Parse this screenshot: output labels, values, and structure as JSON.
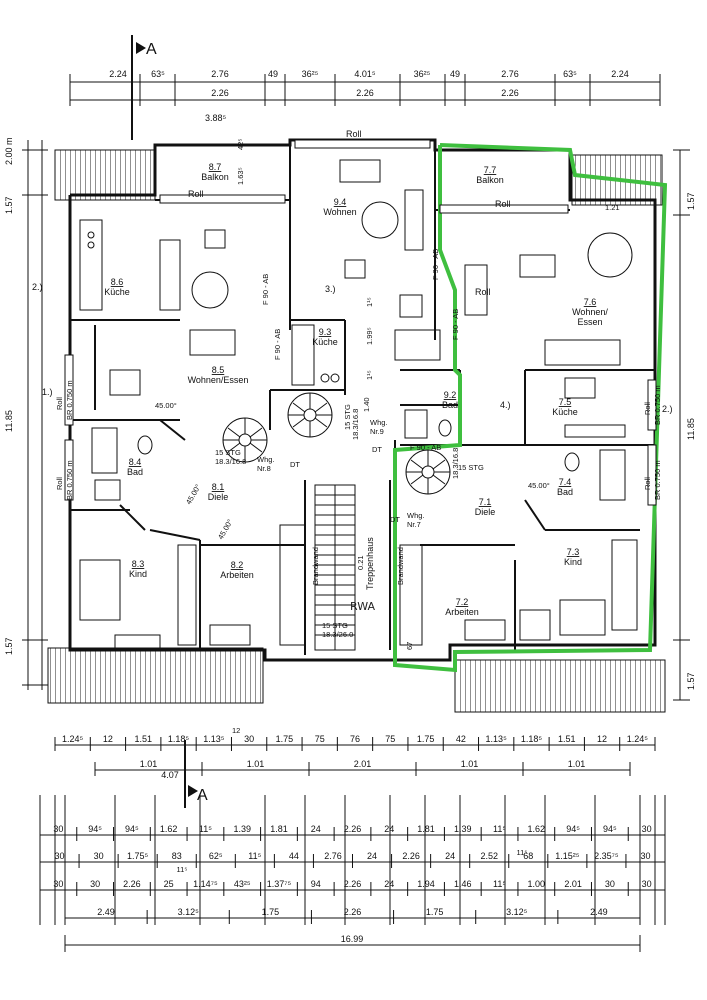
{
  "section_marker": "A",
  "top_dims_row1": [
    "2.24",
    "63⁵",
    "2.76",
    "49",
    "36²⁵",
    "4.01⁵",
    "36²⁵",
    "49",
    "2.76",
    "63⁵",
    "2.24"
  ],
  "top_dims_row2": [
    "2.26",
    "2.26",
    "2.26"
  ],
  "left_dims": [
    "2.00 m",
    "1.57",
    "11.85",
    "1.57"
  ],
  "right_dims": [
    "1.57",
    "11.85",
    "1.57"
  ],
  "rooms": {
    "r87": [
      "8.7",
      "Balkon"
    ],
    "r94": [
      "9.4",
      "Wohnen"
    ],
    "r77": [
      "7.7",
      "Balkon"
    ],
    "r86": [
      "8.6",
      "Küche"
    ],
    "r93": [
      "9.3",
      "Küche"
    ],
    "r76": [
      "7.6",
      "Wohnen/",
      "Essen"
    ],
    "r85": [
      "8.5",
      "Wohnen/Essen"
    ],
    "r92": [
      "9.2",
      "Bad"
    ],
    "r75": [
      "7.5",
      "Küche"
    ],
    "r84": [
      "8.4",
      "Bad"
    ],
    "r74": [
      "7.4",
      "Bad"
    ],
    "r81": [
      "8.1",
      "Diele"
    ],
    "r71": [
      "7.1",
      "Diele"
    ],
    "r83": [
      "8.3",
      "Kind"
    ],
    "r82": [
      "8.2",
      "Arbeiten"
    ],
    "r73": [
      "7.3",
      "Kind"
    ],
    "r72": [
      "7.2",
      "Arbeiten"
    ]
  },
  "labels": {
    "roll": "Roll",
    "br": "BR 0.750 m",
    "f90": "F 90 - AB",
    "stg_left": [
      "15 STG",
      "18.3/16.8"
    ],
    "stg_center": [
      "15 STG",
      "18.3/16.8"
    ],
    "stg_right": [
      "15 STG",
      "18.3/16.8"
    ],
    "stg_bottom": [
      "15 STG",
      "18.3/26.0"
    ],
    "whg8": [
      "Whg.",
      "Nr.8"
    ],
    "whg9": [
      "Whg.",
      "Nr.9"
    ],
    "whg7": [
      "Whg.",
      "Nr.7"
    ],
    "dt": "DT",
    "treppenhaus": "Treppenhaus",
    "treppen_area": "0.21",
    "brandwand": "Brandwand",
    "angle": "45.00°",
    "rwa": "RWA",
    "note2": "2.)",
    "note1": "1.)",
    "note3": "3.)",
    "note4": "4.)",
    "dim_3885": "3.88⁵",
    "dim_425": "42⁵",
    "dim_1635": "1.63⁵",
    "dim_1995": "1.99⁵",
    "dim_115a": "1¹⁵",
    "dim_115b": "1¹⁵",
    "dim_140": "1.40",
    "dim_67": "67",
    "dim_121": "1.21",
    "dim_12": "12"
  },
  "bottom_rows": {
    "row_a": [
      "1.24⁵",
      "12",
      "1.51",
      "1.18⁵",
      "1.13⁵",
      "30",
      "1.75",
      "75",
      "76",
      "75",
      "1.75",
      "42",
      "1.13⁵",
      "1.18⁵",
      "1.51",
      "12",
      "1.24⁵"
    ],
    "row_b": [
      "1.01",
      "1.01",
      "2.01",
      "1.01",
      "1.01"
    ],
    "row_b_extra": "4.07",
    "row_c": [
      "30",
      "94⁵",
      "94⁵",
      "1.62",
      "11⁵",
      "1.39",
      "1.81",
      "24",
      "2.26",
      "24",
      "1.81",
      "1.39",
      "11⁵",
      "1.62",
      "94⁵",
      "94⁵",
      "30"
    ],
    "row_d": [
      "30",
      "30",
      "1.75⁵",
      "83",
      "62⁵",
      "11⁵",
      "44",
      "2.76",
      "24",
      "2.26",
      "24",
      "2.52",
      "68",
      "1.15²⁵",
      "2.35⁷⁵",
      "30"
    ],
    "row_d_sub": [
      "11⁵",
      "11⁵"
    ],
    "row_e": [
      "30",
      "30",
      "2.26",
      "25",
      "1.14⁷⁵",
      "43²⁵",
      "1.37⁷⁵",
      "94",
      "2.26",
      "24",
      "1.94",
      "1.46",
      "11⁵",
      "1.00",
      "2.01",
      "30",
      "30"
    ],
    "row_f": [
      "2.49",
      "3.12⁵",
      "1.75",
      "2.26",
      "1.75",
      "3.12⁵",
      "2.49"
    ],
    "total": "16.99"
  },
  "colors": {
    "line": "#1a1a1a",
    "highlight": "#3fbf3f"
  }
}
